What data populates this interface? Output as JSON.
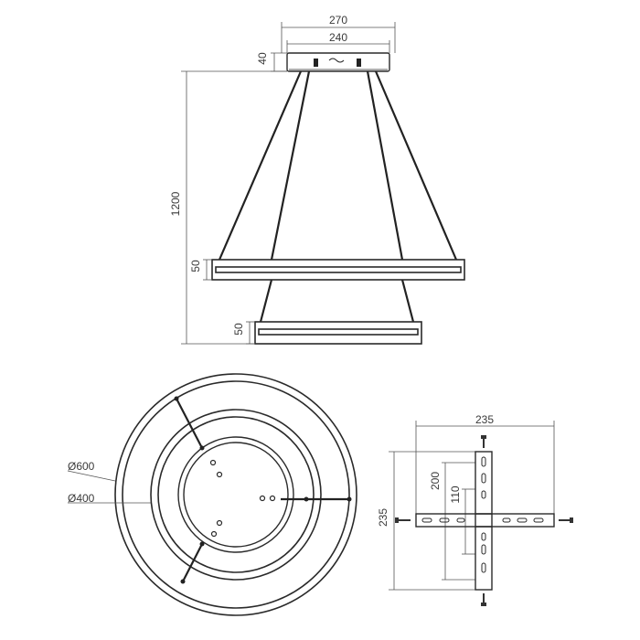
{
  "side_view": {
    "canopy_outer_width": "270",
    "canopy_inner_width": "240",
    "canopy_height": "40",
    "total_height": "1200",
    "upper_ring_height": "50",
    "lower_ring_height": "50"
  },
  "top_view": {
    "outer_diameter": "Ø600",
    "inner_diameter": "Ø400"
  },
  "bracket_view": {
    "width": "235",
    "height": "235",
    "offset_200": "200",
    "offset_110": "110"
  },
  "colors": {
    "line": "#2a2a2a",
    "text": "#3a3a3a",
    "background": "#ffffff"
  }
}
